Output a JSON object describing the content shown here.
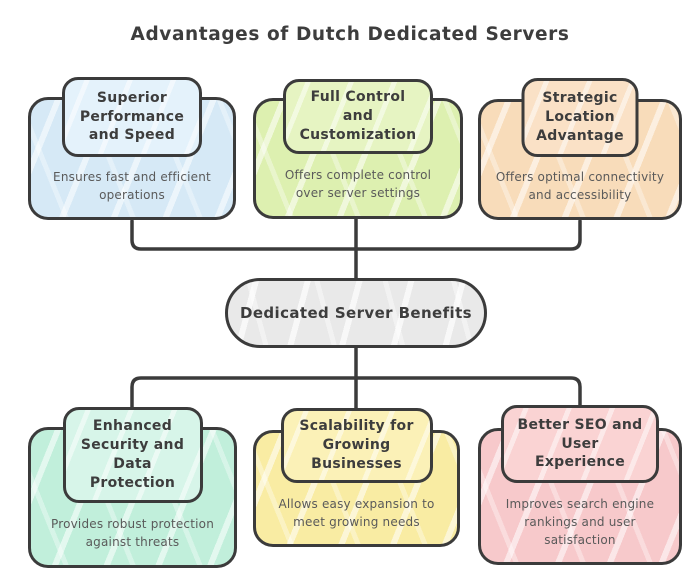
{
  "title": "Advantages of Dutch Dedicated Servers",
  "center_node": {
    "label": "Dedicated Server Benefits",
    "fill": "#e9e9e9"
  },
  "colors": {
    "outline": "#3b3b3b",
    "title_text": "#3d3d3d",
    "description_text": "#5a5a5a",
    "background": "#ffffff"
  },
  "nodes": [
    {
      "id": "superior-performance",
      "title": "Superior\nPerformance\nand Speed",
      "description": "Ensures fast and efficient\noperations",
      "fill": "#d6e9f6",
      "header_fill": "#e4f2fb"
    },
    {
      "id": "full-control",
      "title": "Full Control\nand\nCustomization",
      "description": "Offers complete control\nover server settings",
      "fill": "#ddf0b0",
      "header_fill": "#e6f4c2"
    },
    {
      "id": "strategic-location",
      "title": "Strategic\nLocation\nAdvantage",
      "description": "Offers optimal connectivity\nand accessibility",
      "fill": "#f8dcba",
      "header_fill": "#fae1c6"
    },
    {
      "id": "enhanced-security",
      "title": "Enhanced\nSecurity and\nData\nProtection",
      "description": "Provides robust protection\nagainst threats",
      "fill": "#c1efdb",
      "header_fill": "#d7f5e9"
    },
    {
      "id": "scalability",
      "title": "Scalability for\nGrowing\nBusinesses",
      "description": "Allows easy expansion to\nmeet growing needs",
      "fill": "#f9eca3",
      "header_fill": "#fbf1b7"
    },
    {
      "id": "better-seo",
      "title": "Better SEO and\nUser\nExperience",
      "description": "Improves search engine\nrankings and user\nsatisfaction",
      "fill": "#f7c9cb",
      "header_fill": "#fad3d3"
    }
  ]
}
